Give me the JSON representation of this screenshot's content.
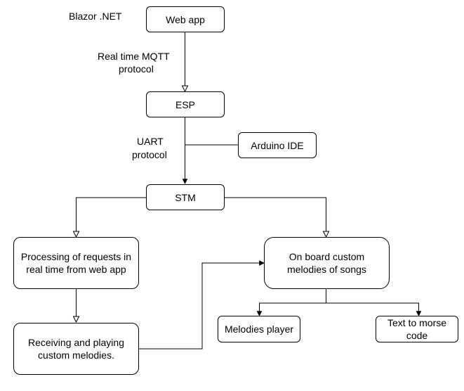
{
  "nodes": {
    "web_app": "Web app",
    "esp": "ESP",
    "stm": "STM",
    "arduino_ide": "Arduino IDE",
    "processing": "Processing of requests in real time from web app",
    "receiving": "Receiving and playing custom melodies.",
    "onboard": "On board custom melodies of songs",
    "player": "Melodies player",
    "morse": "Text to morse code"
  },
  "labels": {
    "blazor": "Blazor .NET",
    "mqtt_line1": "Real time MQTT",
    "mqtt_line2": "protocol",
    "uart_line1": "UART",
    "uart_line2": "protocol"
  }
}
